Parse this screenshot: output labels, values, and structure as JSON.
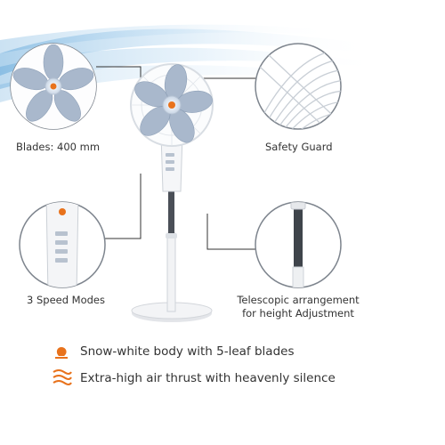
{
  "captions": {
    "blades": "Blades: 400 mm",
    "safety_guard": "Safety Guard",
    "speed_modes": "3 Speed Modes",
    "telescopic_line1": "Telescopic arrangement",
    "telescopic_line2": "for height Adjustment"
  },
  "features": [
    {
      "text": "Snow-white body with 5-leaf blades",
      "icon": "fan-blade-icon"
    },
    {
      "text": "Extra-high air thrust with heavenly silence",
      "icon": "air-flow-icon"
    }
  ],
  "colors": {
    "accent_orange": "#e8721c",
    "blade_blue": "#a9b8cc",
    "body_white": "#f4f5f7",
    "callout_line": "#333333",
    "wind_blue": "#7fb6df"
  }
}
